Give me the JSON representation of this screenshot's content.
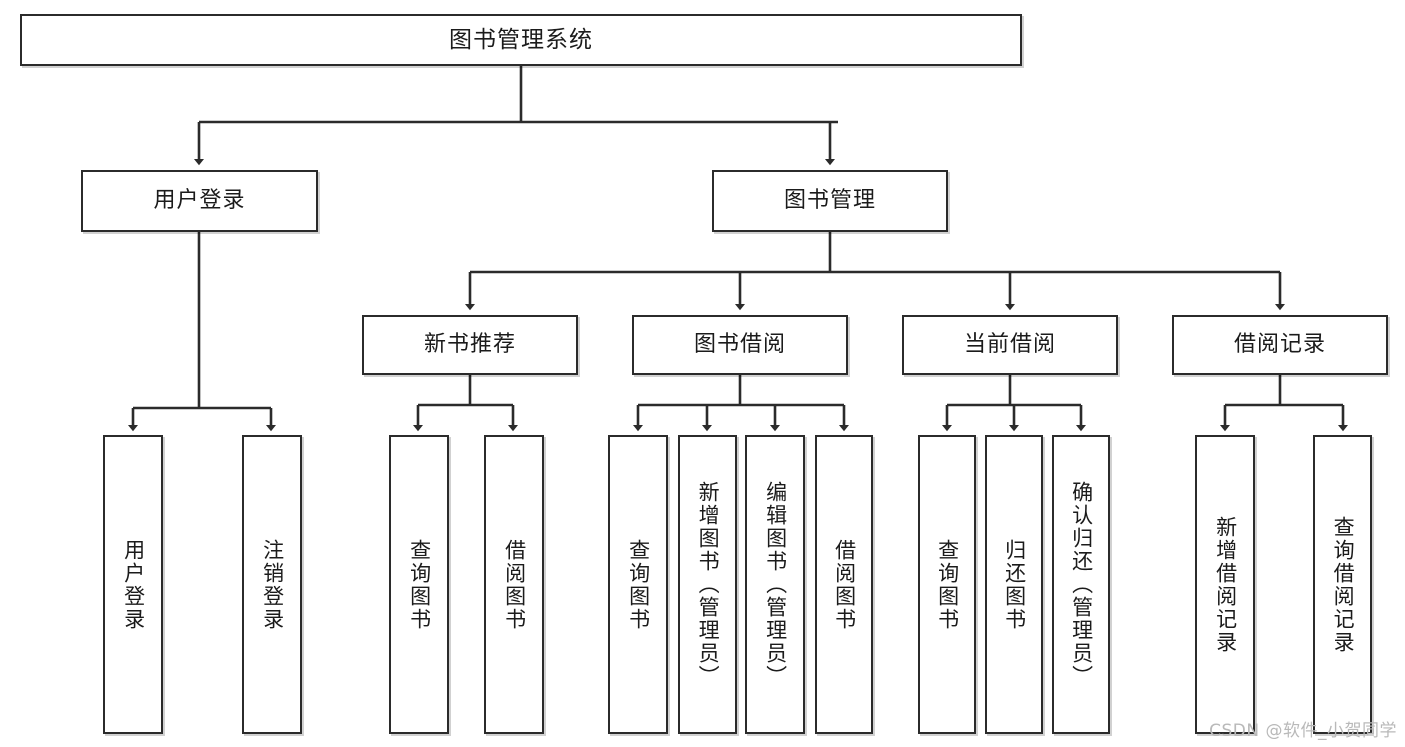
{
  "diagram": {
    "type": "tree",
    "title": "图书管理系统",
    "watermark": "CSDN @软件_小贺同学",
    "colors": {
      "border": "#2b2b2b",
      "background": "#ffffff",
      "text": "#1b1b1b",
      "connector": "#2b2b2b",
      "watermark": "#b9b9b9"
    },
    "root": {
      "label": "图书管理系统"
    },
    "level2": [
      {
        "label": "用户登录"
      },
      {
        "label": "图书管理"
      }
    ],
    "level3": [
      {
        "label": "新书推荐"
      },
      {
        "label": "图书借阅"
      },
      {
        "label": "当前借阅"
      },
      {
        "label": "借阅记录"
      }
    ],
    "leaves": {
      "user_login": [
        {
          "label": "用户登录"
        },
        {
          "label": "注销登录"
        }
      ],
      "new_book_recommend": [
        {
          "label": "查询图书"
        },
        {
          "label": "借阅图书"
        }
      ],
      "book_borrow": [
        {
          "label": "查询图书"
        },
        {
          "label": "新增图书（管理员）"
        },
        {
          "label": "编辑图书（管理员）"
        },
        {
          "label": "借阅图书"
        }
      ],
      "current_borrow": [
        {
          "label": "查询图书"
        },
        {
          "label": "归还图书"
        },
        {
          "label": "确认归还（管理员）"
        }
      ],
      "borrow_record": [
        {
          "label": "新增借阅记录"
        },
        {
          "label": "查询借阅记录"
        }
      ]
    }
  }
}
